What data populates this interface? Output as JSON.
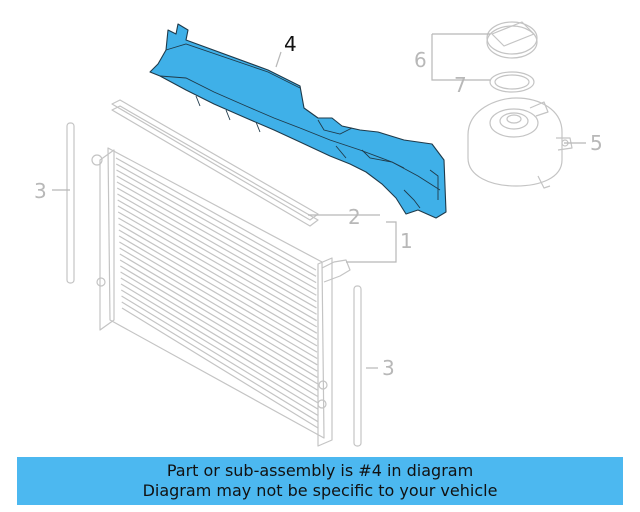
{
  "callouts": {
    "c1": "1",
    "c2": "2",
    "c3a": "3",
    "c3b": "3",
    "c4": "4",
    "c5": "5",
    "c6": "6",
    "c7": "7"
  },
  "highlight_color": "#3fb0e8",
  "banner": {
    "line1": "Part or sub-assembly is #4 in diagram",
    "line2": "Diagram may not be specific to your vehicle",
    "color": "#4cb8f0"
  }
}
